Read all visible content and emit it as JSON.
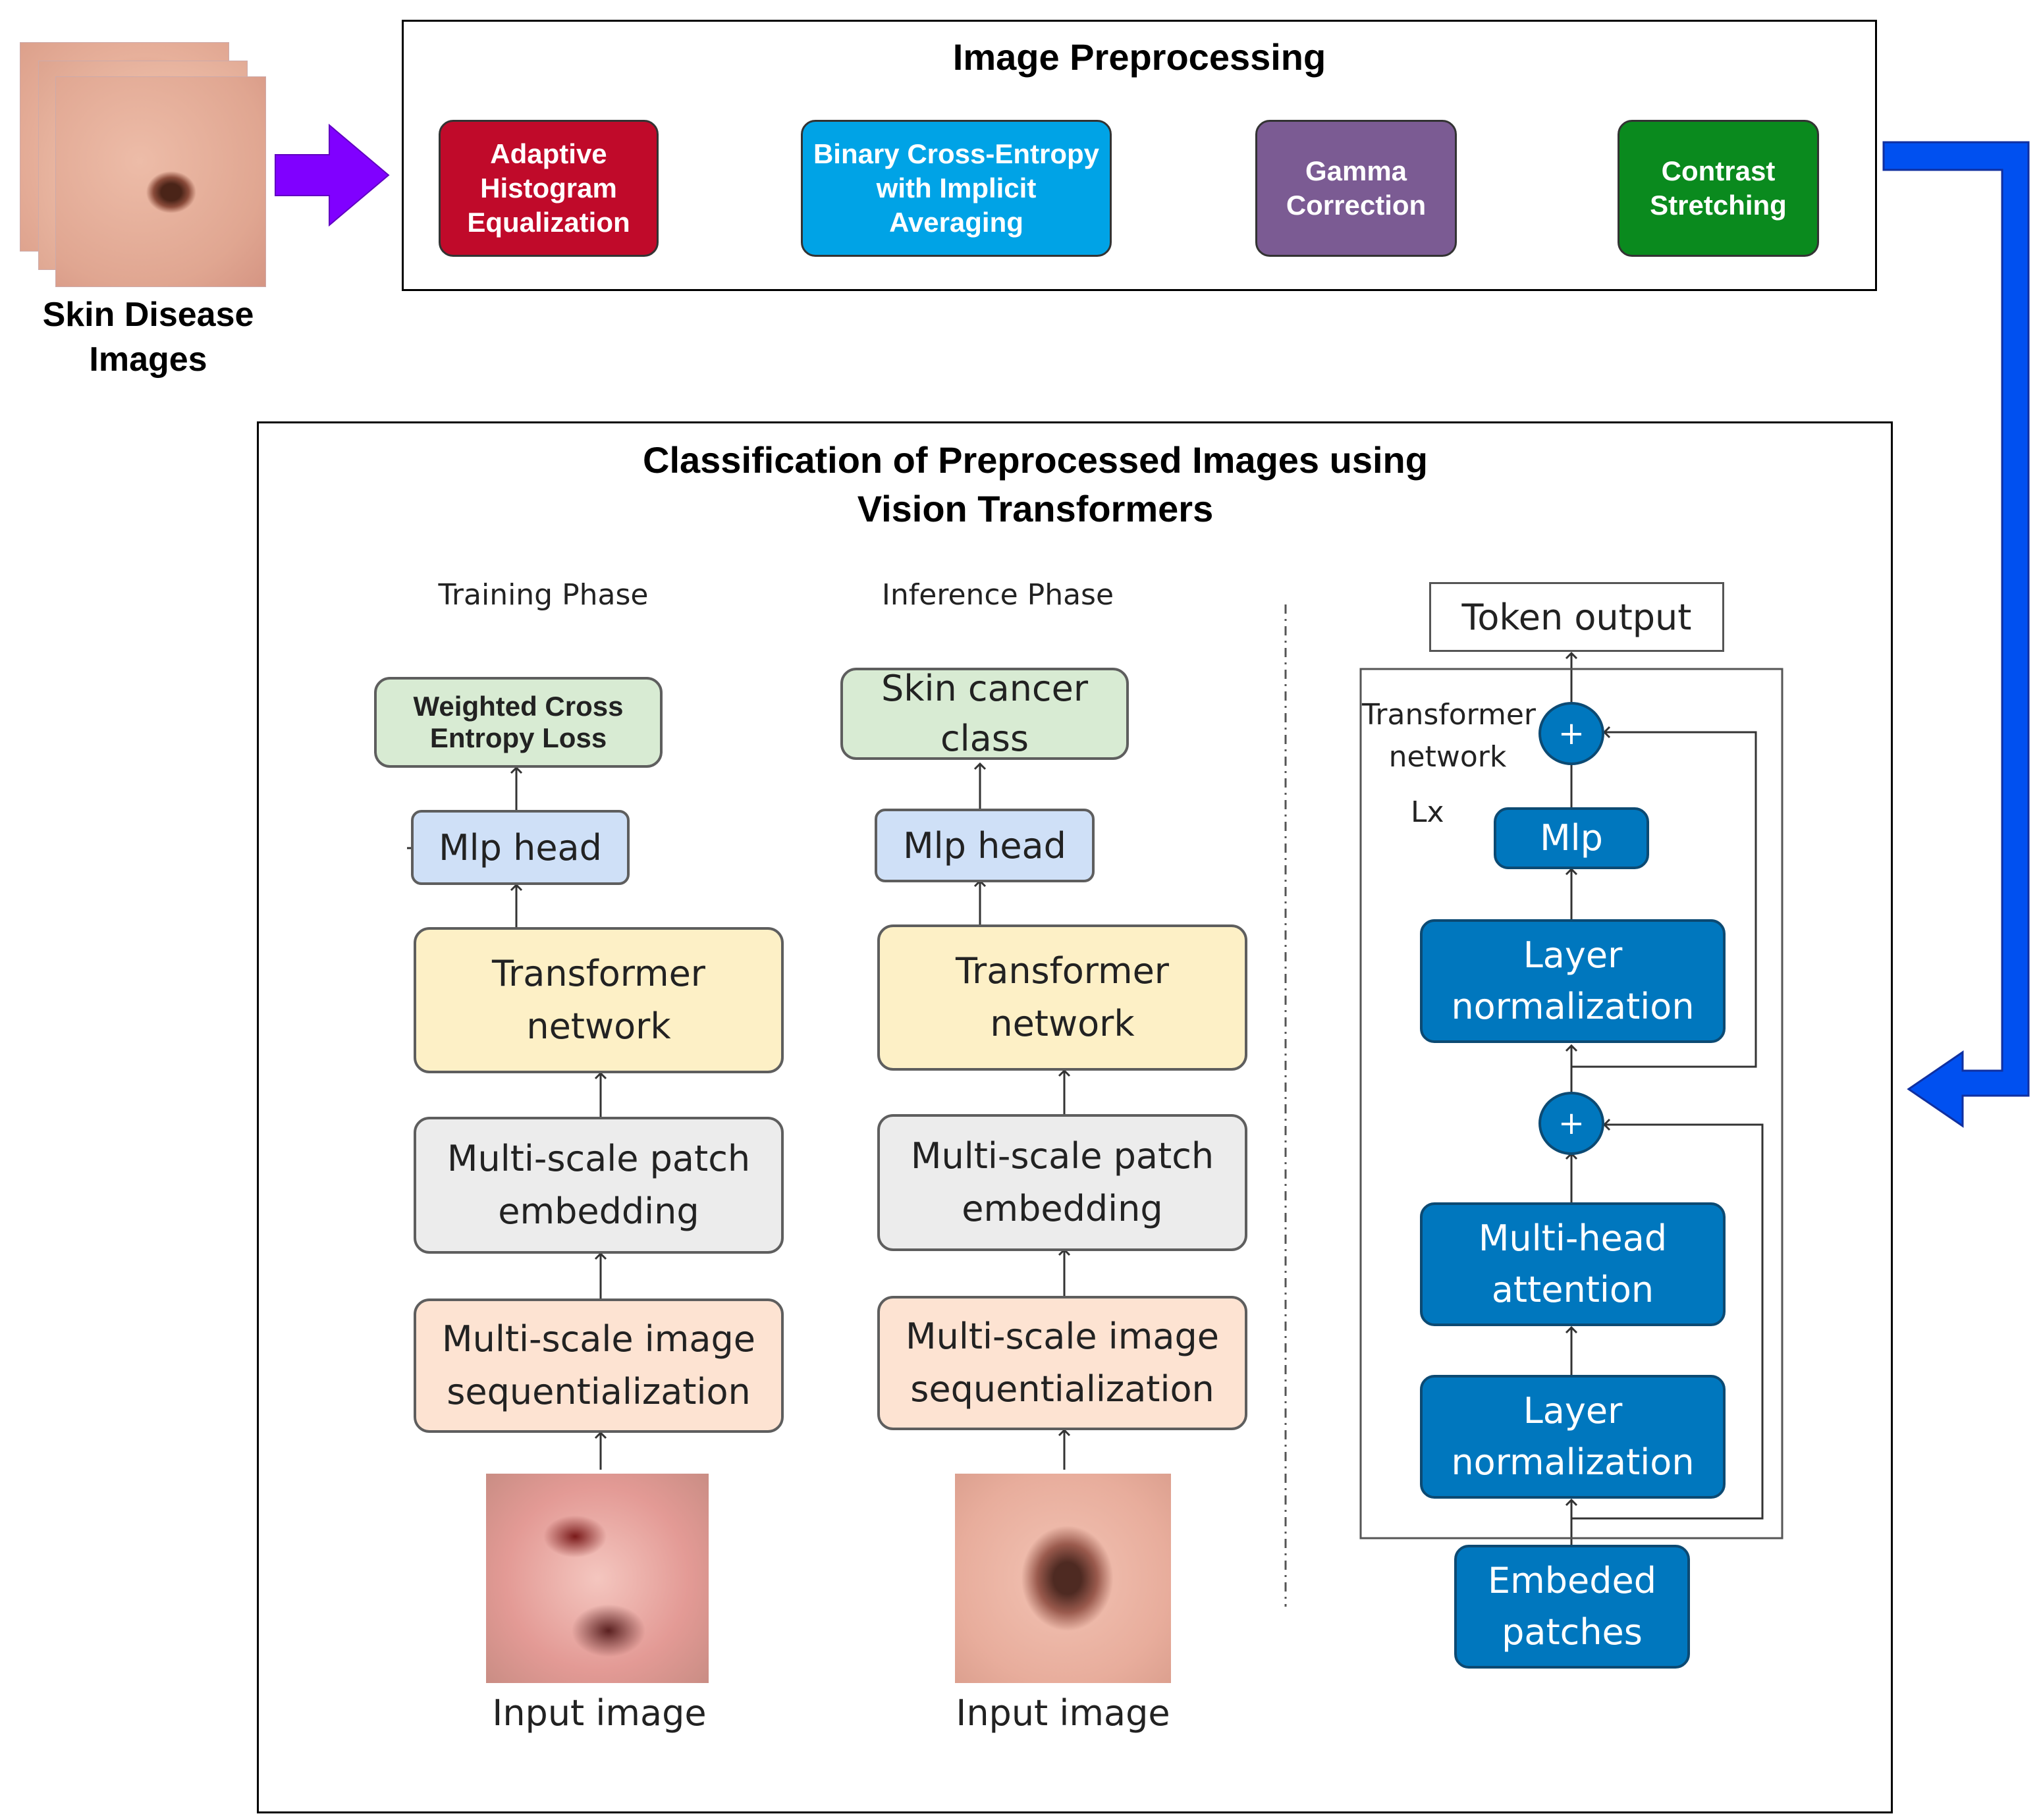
{
  "input": {
    "caption": "Skin Disease\nImages"
  },
  "preprocessing": {
    "title": "Image Preprocessing",
    "steps": [
      {
        "label": "Adaptive\nHistogram\nEqualization",
        "color": "#c00a2a"
      },
      {
        "label": "Binary Cross-Entropy\nwith Implicit\nAveraging",
        "color": "#00a3e6"
      },
      {
        "label": "Gamma\nCorrection",
        "color": "#7b5b93"
      },
      {
        "label": "Contrast\nStretching",
        "color": "#0a8a1e"
      }
    ]
  },
  "classification": {
    "title": "Classification of Preprocessed Images using\nVision Transformers",
    "training": {
      "heading": "Training Phase",
      "output": "Weighted Cross\nEntropy Loss",
      "mlp": "Mlp head",
      "transformer": "Transformer\nnetwork",
      "patch": "Multi-scale patch\nembedding",
      "sequence": "Multi-scale image\nsequentialization",
      "input_label": "Input image"
    },
    "inference": {
      "heading": "Inference Phase",
      "output": "Skin cancer\nclass",
      "mlp": "Mlp head",
      "transformer": "Transformer\nnetwork",
      "patch": "Multi-scale patch\nembedding",
      "sequence": "Multi-scale image\nsequentialization",
      "input_label": "Input image"
    },
    "encoder": {
      "token_output": "Token output",
      "network_label": "Transformer\nnetwork",
      "repeat": "Lx",
      "plus": "+",
      "mlp": "Mlp",
      "layer_norm_top": "Layer\nnormalization",
      "attention": "Multi-head\nattention",
      "layer_norm_bottom": "Layer\nnormalization",
      "embedded": "Embeded\npatches"
    }
  },
  "colors": {
    "arrow_purple": "#8000ff",
    "connector_blue": "#0050f0",
    "loss_green": "#d8ebd3",
    "mlp_blue": "#cfe0f7",
    "transformer_yellow": "#fdf0c6",
    "patch_grey": "#ececec",
    "sequence_peach": "#fde3d2",
    "encoder_blue": "#0077be"
  }
}
